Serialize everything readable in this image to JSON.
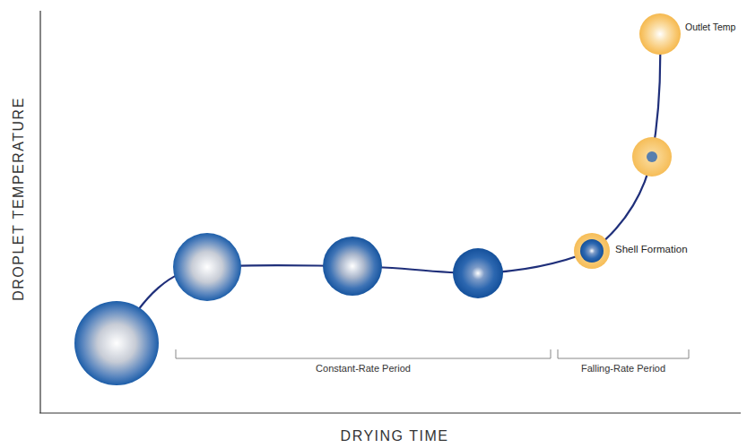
{
  "diagram": {
    "labels": [
      "DROPLET TEMPERATURE",
      "DRYING TIME",
      "Constant-Rate Period",
      "Falling-Rate Period",
      "Shell Formation",
      "Outlet Temp"
    ]
  }
}
